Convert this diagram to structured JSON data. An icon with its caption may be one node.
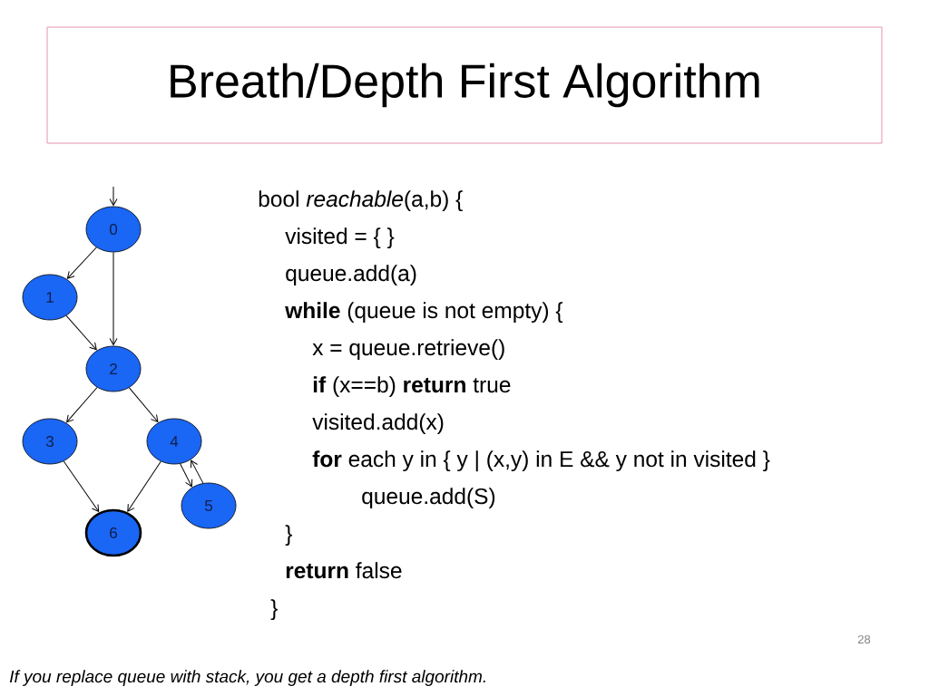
{
  "diagram": {
    "title": "Breath/Depth First Algorithm",
    "caption": "If you replace queue with stack, you get a depth first algorithm.",
    "nodes": [
      {
        "text": [
          "0"
        ]
      },
      {
        "text": [
          "1"
        ]
      },
      {
        "text": [
          "2"
        ]
      },
      {
        "text": [
          "3"
        ]
      },
      {
        "text": [
          "4"
        ]
      },
      {
        "text": [
          "5"
        ]
      },
      {
        "text": [
          "6"
        ]
      }
    ],
    "edges": [
      {
        "from": null,
        "to": 0,
        "arrow": "to"
      },
      {
        "from": 0,
        "to": 1,
        "arrow": "to"
      },
      {
        "from": 0,
        "to": 2,
        "arrow": "to"
      },
      {
        "from": 1,
        "to": 2,
        "arrow": "to"
      },
      {
        "from": 2,
        "to": 3,
        "arrow": "to"
      },
      {
        "from": 2,
        "to": 4,
        "arrow": "to"
      },
      {
        "from": 3,
        "to": 6,
        "arrow": "to"
      },
      {
        "from": 4,
        "to": 6,
        "arrow": "to"
      },
      {
        "from": 4,
        "to": 5,
        "arrow": "to"
      },
      {
        "from": 5,
        "to": 4,
        "arrow": "to"
      }
    ],
    "labels": [
      "bool *reachable*(a,b)  {",
      "visited = { }",
      "queue.add(a)",
      "**while** (queue is not empty) {",
      "x  =  queue.retrieve()",
      "**if** (x==b)  **return** true",
      "visited.add(x)",
      "**for** each y in { y |  (x,y) in E  && y not in visited }",
      "queue.add(S)",
      "}",
      "**return** false",
      "}",
      "28"
    ]
  }
}
